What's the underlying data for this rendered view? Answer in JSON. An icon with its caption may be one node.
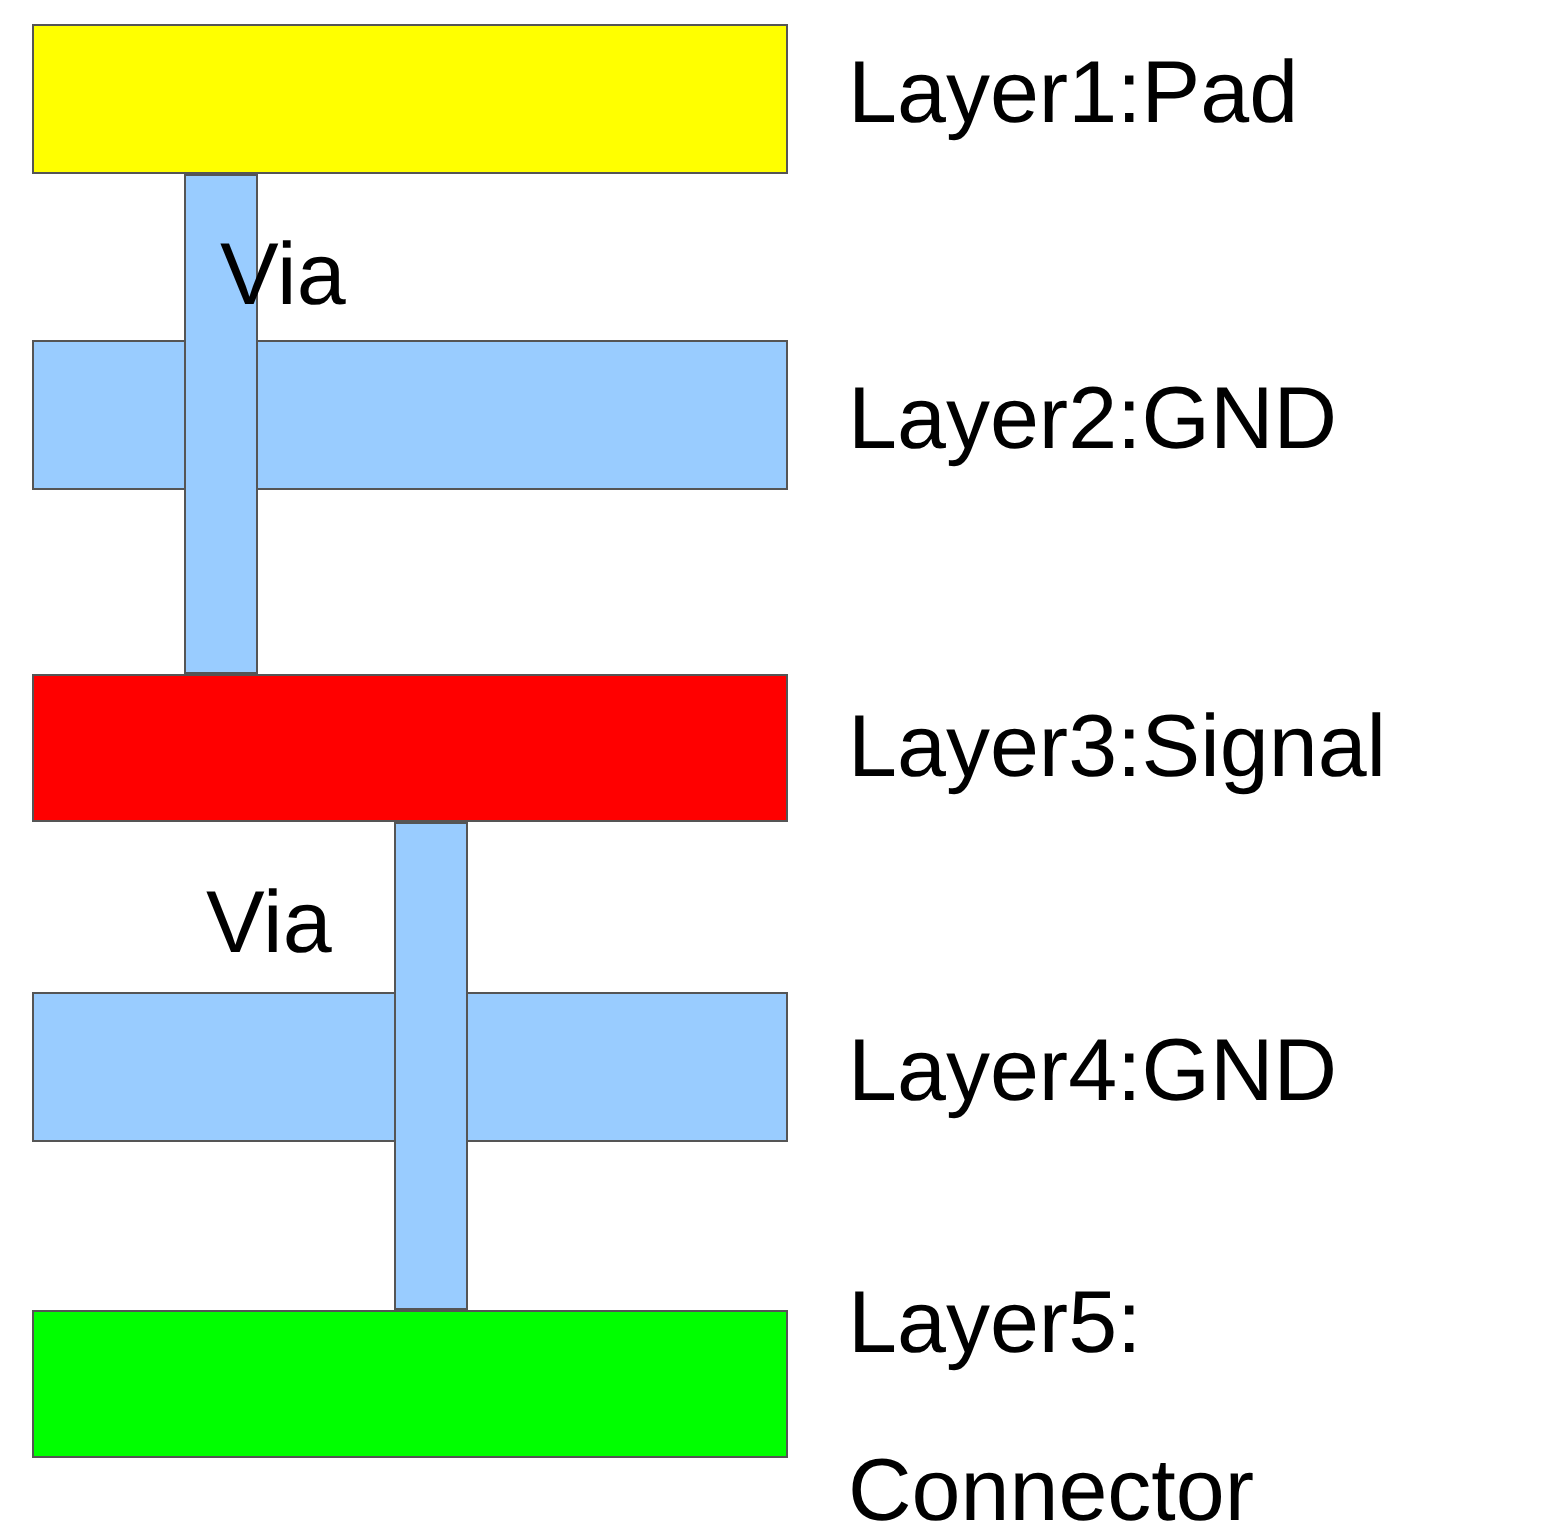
{
  "diagram": {
    "nodes": [
      {
        "text": [
          "Layer1:Pad"
        ]
      },
      {
        "text": [
          "Layer2:GND"
        ]
      },
      {
        "text": [
          "Layer3:Signal"
        ]
      },
      {
        "text": [
          "Layer4:GND"
        ]
      },
      {
        "text": [
          "Layer5: Connector"
        ]
      },
      {
        "text": [
          "Via"
        ]
      },
      {
        "text": [
          "Via"
        ]
      }
    ]
  }
}
